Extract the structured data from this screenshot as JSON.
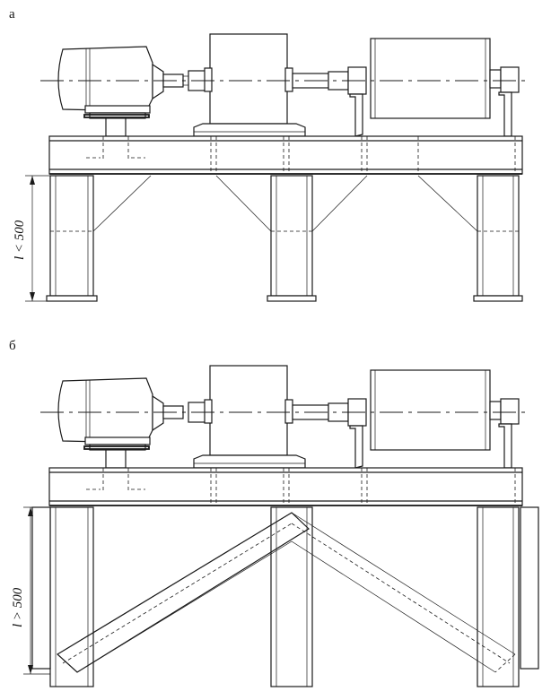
{
  "figure": {
    "panels": [
      {
        "id": "a",
        "label": "а",
        "dimension_label": "l < 500"
      },
      {
        "id": "b",
        "label": "б",
        "dimension_label": "l > 500"
      }
    ]
  }
}
